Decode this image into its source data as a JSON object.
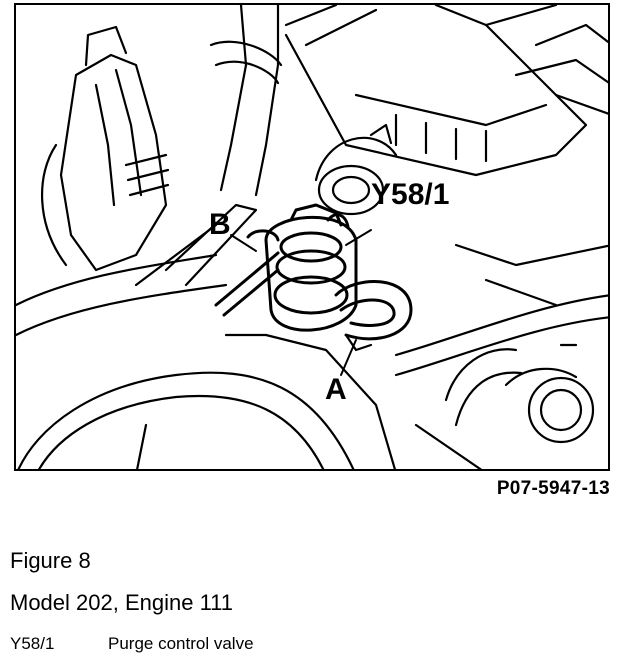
{
  "figure": {
    "callouts": {
      "y58_1": "Y58/1",
      "b": "B",
      "a": "A"
    },
    "reference_code": "P07-5947-13",
    "title": "Figure 8",
    "model_line": "Model 202, Engine 111"
  },
  "legend": [
    {
      "code": "Y58/1",
      "description": "Purge control valve"
    }
  ]
}
